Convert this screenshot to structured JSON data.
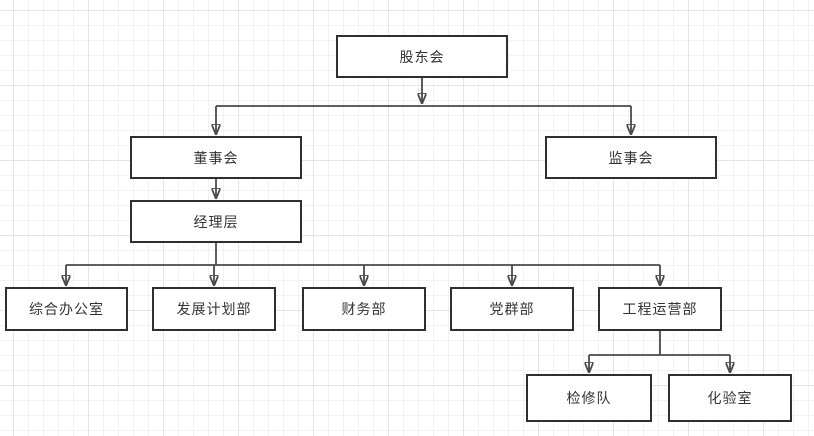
{
  "canvas": {
    "background_color": "#ffffff",
    "grid_minor_color": "#f2f2f2",
    "grid_major_color": "#e4e4e4",
    "node_fill_color": "#ffffff",
    "node_border_color": "#2f2f2f",
    "connector_color": "#4a4a4a",
    "text_color": "#333333"
  },
  "org_chart": {
    "nodes": [
      {
        "id": "shareholders-meeting",
        "label": "股东会"
      },
      {
        "id": "board-of-directors",
        "label": "董事会"
      },
      {
        "id": "supervisory-board",
        "label": "监事会"
      },
      {
        "id": "management-level",
        "label": "经理层"
      },
      {
        "id": "general-office",
        "label": "综合办公室"
      },
      {
        "id": "development-planning-dept",
        "label": "发展计划部"
      },
      {
        "id": "finance-dept",
        "label": "财务部"
      },
      {
        "id": "party-masses-dept",
        "label": "党群部"
      },
      {
        "id": "engineering-operations-dept",
        "label": "工程运营部"
      },
      {
        "id": "maintenance-team",
        "label": "检修队"
      },
      {
        "id": "laboratory",
        "label": "化验室"
      }
    ],
    "edges": [
      {
        "from": "shareholders-meeting",
        "to": "board-of-directors"
      },
      {
        "from": "shareholders-meeting",
        "to": "supervisory-board"
      },
      {
        "from": "board-of-directors",
        "to": "management-level"
      },
      {
        "from": "management-level",
        "to": "general-office"
      },
      {
        "from": "management-level",
        "to": "development-planning-dept"
      },
      {
        "from": "management-level",
        "to": "finance-dept"
      },
      {
        "from": "management-level",
        "to": "party-masses-dept"
      },
      {
        "from": "management-level",
        "to": "engineering-operations-dept"
      },
      {
        "from": "engineering-operations-dept",
        "to": "maintenance-team"
      },
      {
        "from": "engineering-operations-dept",
        "to": "laboratory"
      }
    ]
  }
}
